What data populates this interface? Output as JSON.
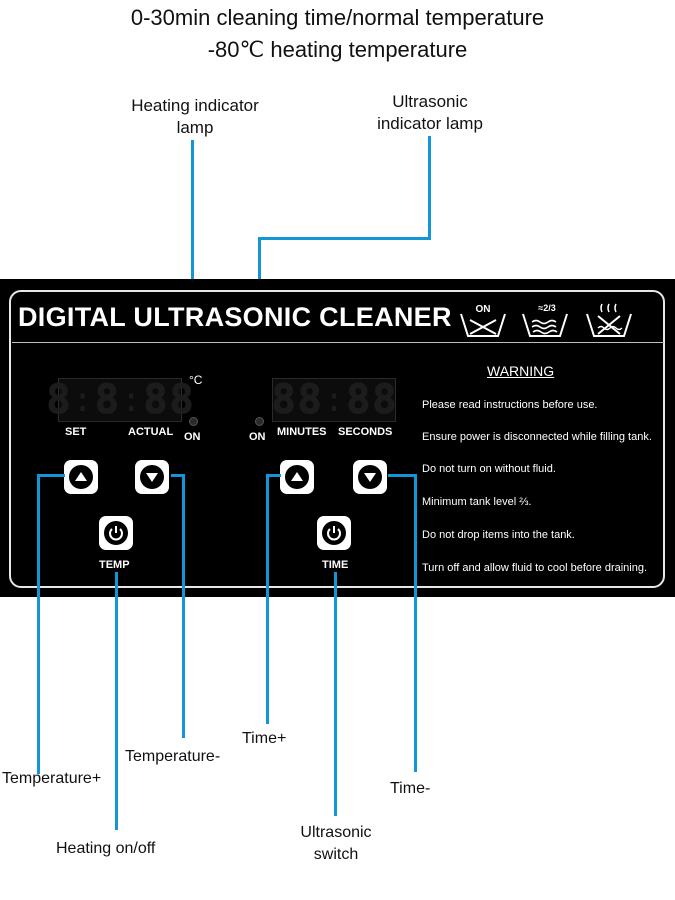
{
  "header": {
    "line1": "0-30min cleaning time/normal temperature",
    "line2": "-80℃ heating temperature"
  },
  "callouts": {
    "heating_lamp_1": "Heating indicator",
    "heating_lamp_2": "lamp",
    "ultrasonic_lamp_1": "Ultrasonic",
    "ultrasonic_lamp_2": "indicator lamp",
    "temp_plus": "Temperature+",
    "temp_minus": "Temperature-",
    "heating_onoff": "Heating on/off",
    "time_plus": "Time+",
    "time_minus": "Time-",
    "ultrasonic_switch_1": "Ultrasonic",
    "ultrasonic_switch_2": "switch"
  },
  "panel": {
    "title": "DIGITAL ULTRASONIC CLEANER",
    "symbols": [
      "ON",
      "≈2/3",
      "heat-warning"
    ],
    "on_symbol_text": "ON",
    "level_symbol_text": "≈2/3",
    "temp_display": {
      "digits": [
        "8",
        "8",
        "8",
        "8"
      ],
      "unit": "°C",
      "label_set": "SET",
      "label_actual": "ACTUAL",
      "led_label": "ON",
      "switch_label": "TEMP"
    },
    "time_display": {
      "digits": [
        "8",
        "8",
        "8",
        "8"
      ],
      "led_label": "ON",
      "label_minutes": "MINUTES",
      "label_seconds": "SECONDS",
      "switch_label": "TIME"
    },
    "warning": {
      "heading": "WARNING",
      "lines": [
        "Please read instructions before use.",
        "Ensure power is disconnected while filling tank.",
        "Do not turn on without fluid.",
        "Minimum tank level ⅔.",
        "Do not drop items into the tank.",
        "Turn off and allow fluid to cool before draining."
      ]
    }
  },
  "colors": {
    "leader": "#1296d6",
    "panel": "#000000",
    "text_on_panel": "#ffffff"
  }
}
